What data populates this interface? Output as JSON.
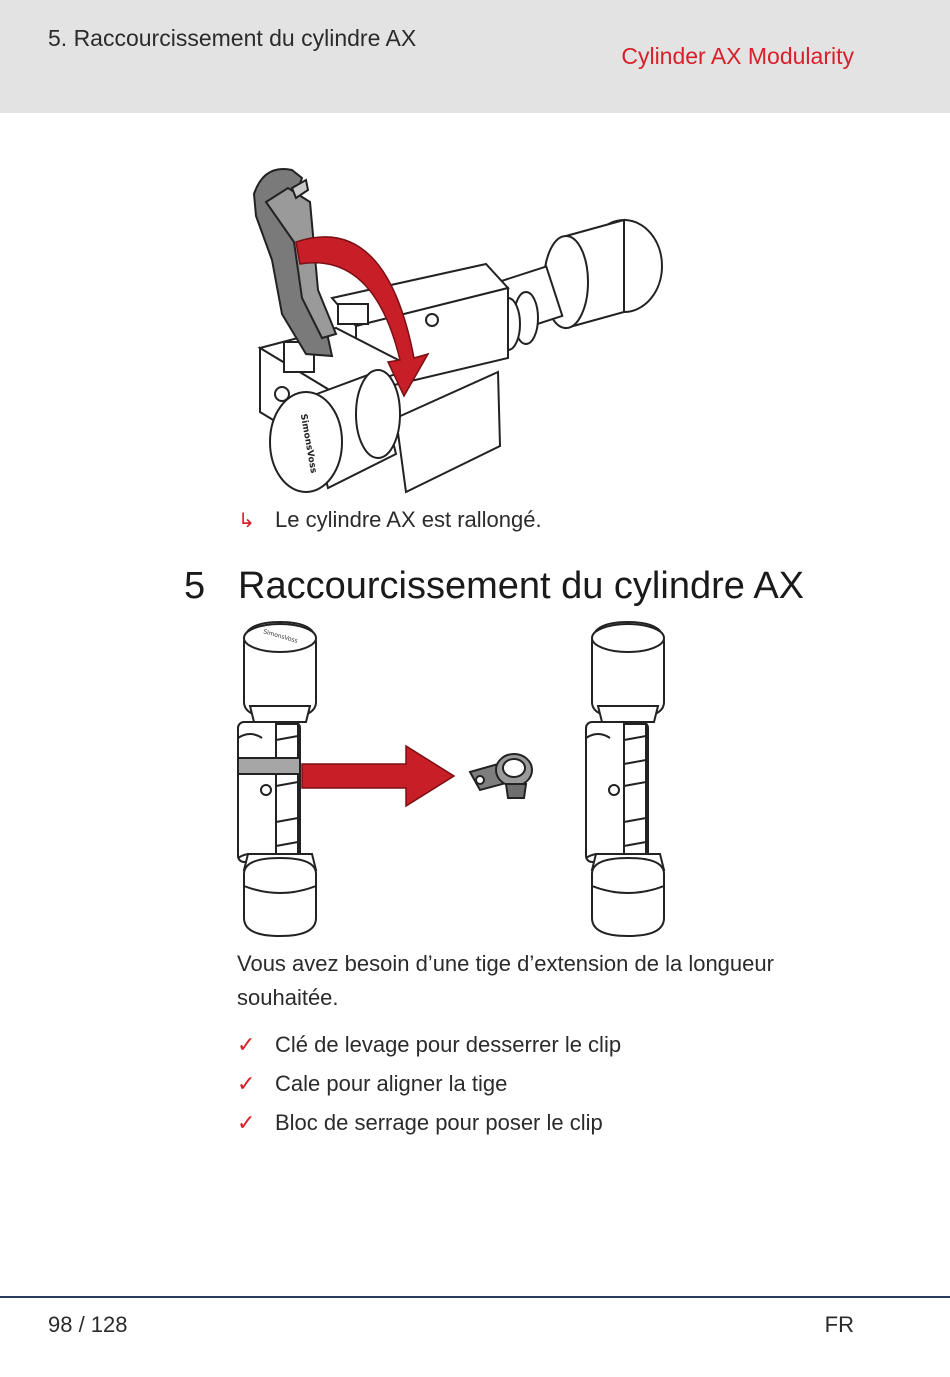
{
  "header": {
    "section": "5. Raccourcissement du cylindre AX",
    "product": "Cylinder AX Modularity"
  },
  "figure1": {
    "brand_lettering": "SimonsVoss"
  },
  "result": {
    "icon": "result-arrow-icon",
    "text": "Le cylindre AX est rallongé."
  },
  "chapter": {
    "number": "5",
    "title": "Raccourcissement du cylindre AX"
  },
  "figure2": {
    "brand_lettering": "SimonsVoss"
  },
  "body": {
    "paragraph": "Vous avez besoin d’une tige d’extension de la longueur souhaitée."
  },
  "checklist": {
    "icon": "checkmark-icon",
    "items": [
      "Clé de levage pour desserrer le clip",
      "Cale pour aligner la tige",
      "Bloc de serrage pour poser le clip"
    ]
  },
  "footer": {
    "page": "98 / 128",
    "language": "FR"
  },
  "colors": {
    "accent": "#d8202a",
    "header_bg": "#e3e3e4",
    "rule": "#2a3d5c"
  }
}
